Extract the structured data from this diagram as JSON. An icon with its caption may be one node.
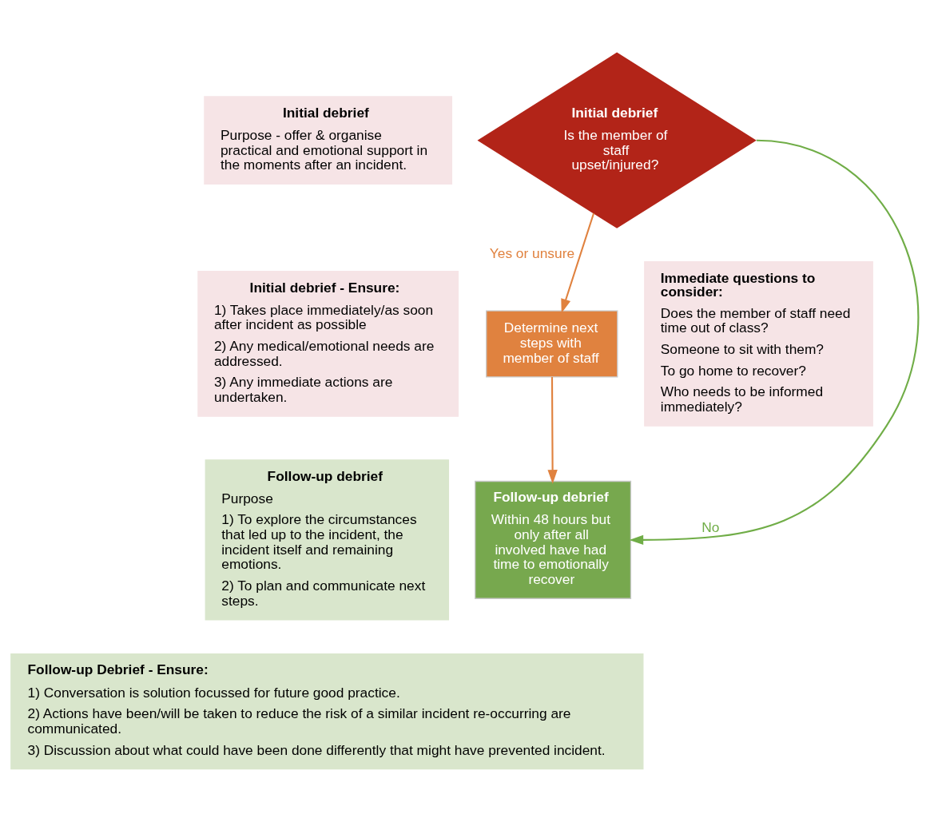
{
  "diagram": {
    "nodes": [
      {
        "text": [
          "Initial debrief",
          "Purpose - offer & organise practical and emotional support in the moments after an incident."
        ]
      },
      {
        "text": [
          "Initial debrief - Ensure:",
          "1) Takes place immediately/as soon after incident as possible",
          "2) Any medical/emotional needs are addressed.",
          "3) Any immediate actions are undertaken."
        ]
      },
      {
        "text": [
          "Initial debrief",
          "Is the member of staff upset/injured?"
        ]
      },
      {
        "text": [
          "Immediate questions to consider:",
          "Does the member of staff need time out of class?",
          "Someone to sit with them?",
          "To go home to recover?",
          "Who needs to be informed immediately?"
        ]
      },
      {
        "text": [
          "Determine next steps with member of staff"
        ]
      },
      {
        "text": [
          "Follow-up debrief",
          "Purpose",
          "1) To explore the circumstances that led up to the incident, the incident itself and remaining emotions.",
          "2) To plan and communicate next steps."
        ]
      },
      {
        "text": [
          "Follow-up debrief",
          "Within 48 hours but only after all involved have had time to emotionally recover"
        ]
      },
      {
        "text": [
          "Follow-up Debrief - Ensure:",
          "1) Conversation is solution focussed for future good practice.",
          "2) Actions have been/will be taken to reduce the risk of a similar incident re-occurring are communicated.",
          "3) Discussion about what could have been done differently that might have prevented incident."
        ]
      }
    ],
    "edges": [
      {
        "from": 2,
        "to": 4,
        "arrow": "to",
        "label": "Yes or unsure",
        "color": "#e0823f"
      },
      {
        "from": 4,
        "to": 6,
        "arrow": "to",
        "color": "#e0823f"
      },
      {
        "from": 2,
        "to": 6,
        "arrow": "to",
        "label": "No",
        "color": "#70ad47"
      }
    ]
  }
}
